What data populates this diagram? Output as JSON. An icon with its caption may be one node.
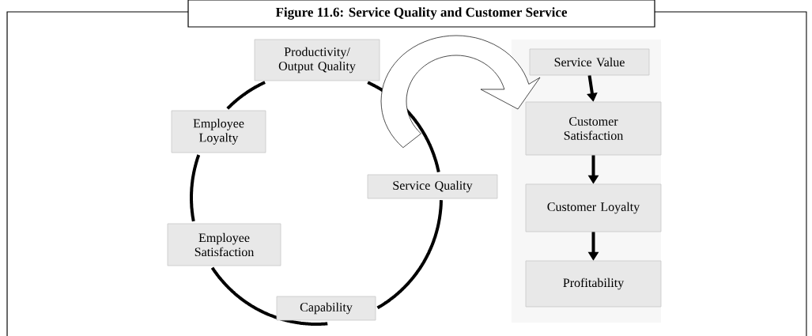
{
  "diagram": {
    "title": "Figure 11.6: Service Quality and Customer Service",
    "nodes": [
      {
        "text": [
          "Productivity/ Output Quality"
        ]
      },
      {
        "text": [
          "Employee Loyalty"
        ]
      },
      {
        "text": [
          "Service Quality"
        ]
      },
      {
        "text": [
          "Employee Satisfaction"
        ]
      },
      {
        "text": [
          "Capability"
        ]
      },
      {
        "text": [],
        "shape": "box"
      },
      {
        "text": [
          "Service Value"
        ],
        "in": 5
      },
      {
        "text": [
          "Customer Satisfaction"
        ],
        "in": 5
      },
      {
        "text": [
          "Customer Loyalty"
        ],
        "in": 5
      },
      {
        "text": [
          "Profitability"
        ],
        "in": 5
      }
    ],
    "edges": [
      {
        "from": 0,
        "to": 2,
        "arrow": "none"
      },
      {
        "from": 2,
        "to": 4,
        "arrow": "none"
      },
      {
        "from": 4,
        "to": 3,
        "arrow": "none"
      },
      {
        "from": 3,
        "to": 1,
        "arrow": "none"
      },
      {
        "from": 1,
        "to": 0,
        "arrow": "none"
      },
      {
        "from": null,
        "to": 5,
        "arrow": "to"
      },
      {
        "from": 6,
        "to": 7,
        "arrow": "to"
      },
      {
        "from": 7,
        "to": 8,
        "arrow": "to"
      },
      {
        "from": 8,
        "to": 9,
        "arrow": "to"
      }
    ]
  }
}
